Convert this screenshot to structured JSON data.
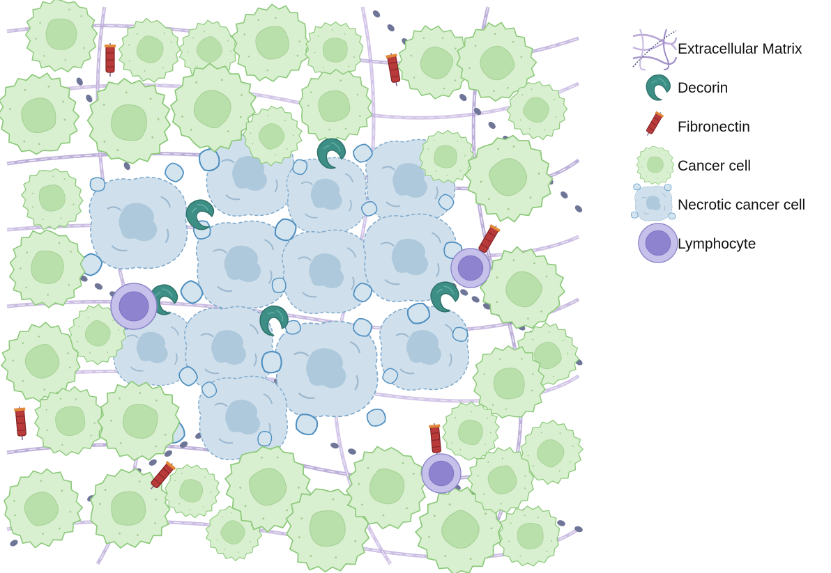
{
  "legend": {
    "items": [
      {
        "id": "ecm",
        "label": "Extracellular Matrix",
        "icon": "extracellular-matrix-icon"
      },
      {
        "id": "decorin",
        "label": "Decorin",
        "icon": "decorin-icon"
      },
      {
        "id": "fibronectin",
        "label": "Fibronectin",
        "icon": "fibronectin-icon"
      },
      {
        "id": "cancer",
        "label": "Cancer cell",
        "icon": "cancer-cell-icon"
      },
      {
        "id": "necrotic",
        "label": "Necrotic cancer cell",
        "icon": "necrotic-cancer-cell-icon"
      },
      {
        "id": "lymphocyte",
        "label": "Lymphocyte",
        "icon": "lymphocyte-icon"
      }
    ]
  },
  "colors": {
    "cancer_fill": "#d9f0d0",
    "cancer_stroke": "#8cc97a",
    "cancer_nucleus": "#b9dfab",
    "necrotic_fill": "#cfe0ec",
    "necrotic_stroke": "#5b93c2",
    "lymphocyte_fill": "#b7b2e0",
    "lymphocyte_nucleus": "#8d83cf",
    "decorin": "#3d8f86",
    "fibronectin": "#b83a3a",
    "ecm_fiber": "#b7a6d6",
    "ecm_bead": "#6e7597"
  }
}
